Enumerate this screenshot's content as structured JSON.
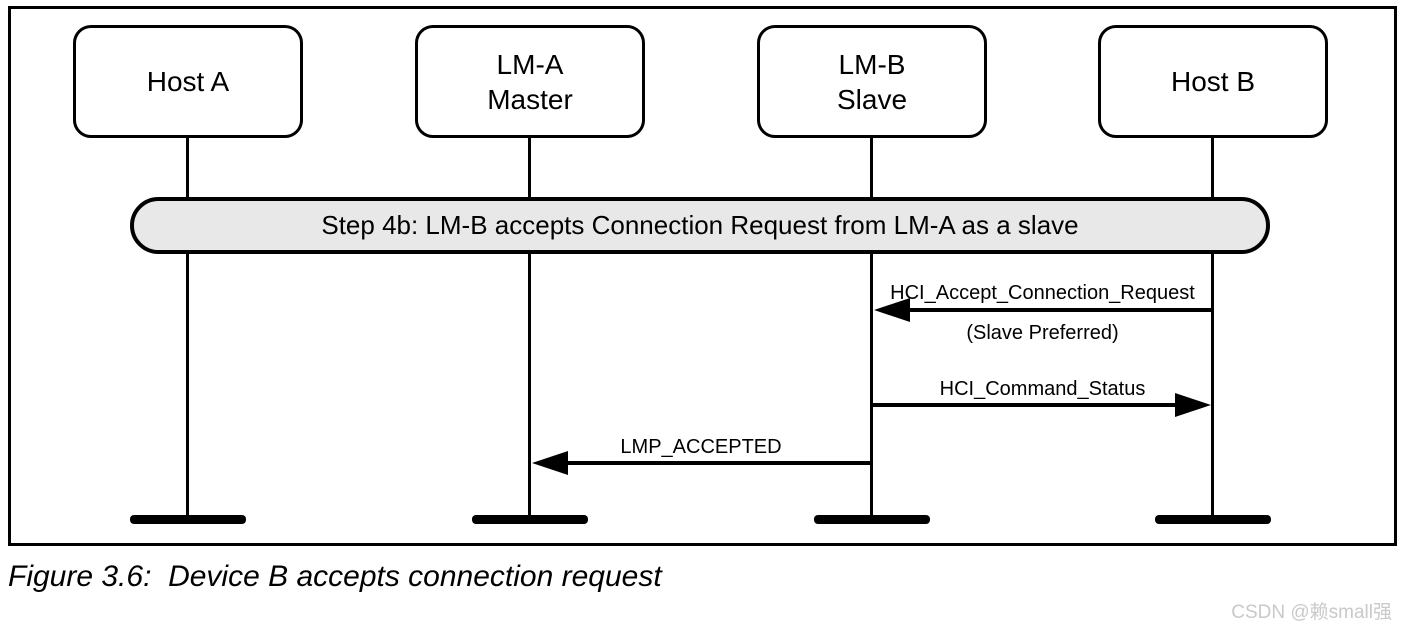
{
  "diagram": {
    "actors": [
      {
        "id": "host-a",
        "lines": [
          "Host A"
        ]
      },
      {
        "id": "lm-a",
        "lines": [
          "LM-A",
          "Master"
        ]
      },
      {
        "id": "lm-b",
        "lines": [
          "LM-B",
          "Slave"
        ]
      },
      {
        "id": "host-b",
        "lines": [
          "Host B"
        ]
      }
    ],
    "banner": "Step 4b: LM-B accepts Connection Request from LM-A as a slave",
    "messages": [
      {
        "label": "HCI_Accept_Connection_Request",
        "sublabel": "(Slave Preferred)",
        "from": "Host B",
        "to": "LM-B Slave",
        "direction": "left"
      },
      {
        "label": "HCI_Command_Status",
        "from": "LM-B Slave",
        "to": "Host B",
        "direction": "right"
      },
      {
        "label": "LMP_ACCEPTED",
        "from": "LM-B Slave",
        "to": "LM-A Master",
        "direction": "left"
      }
    ]
  },
  "caption": "Figure 3.6:  Device B accepts connection request",
  "watermark": "CSDN @赖small强",
  "colors": {
    "stroke": "#000000",
    "banner_fill": "#e8e8e8",
    "watermark": "#c9c9c9"
  }
}
